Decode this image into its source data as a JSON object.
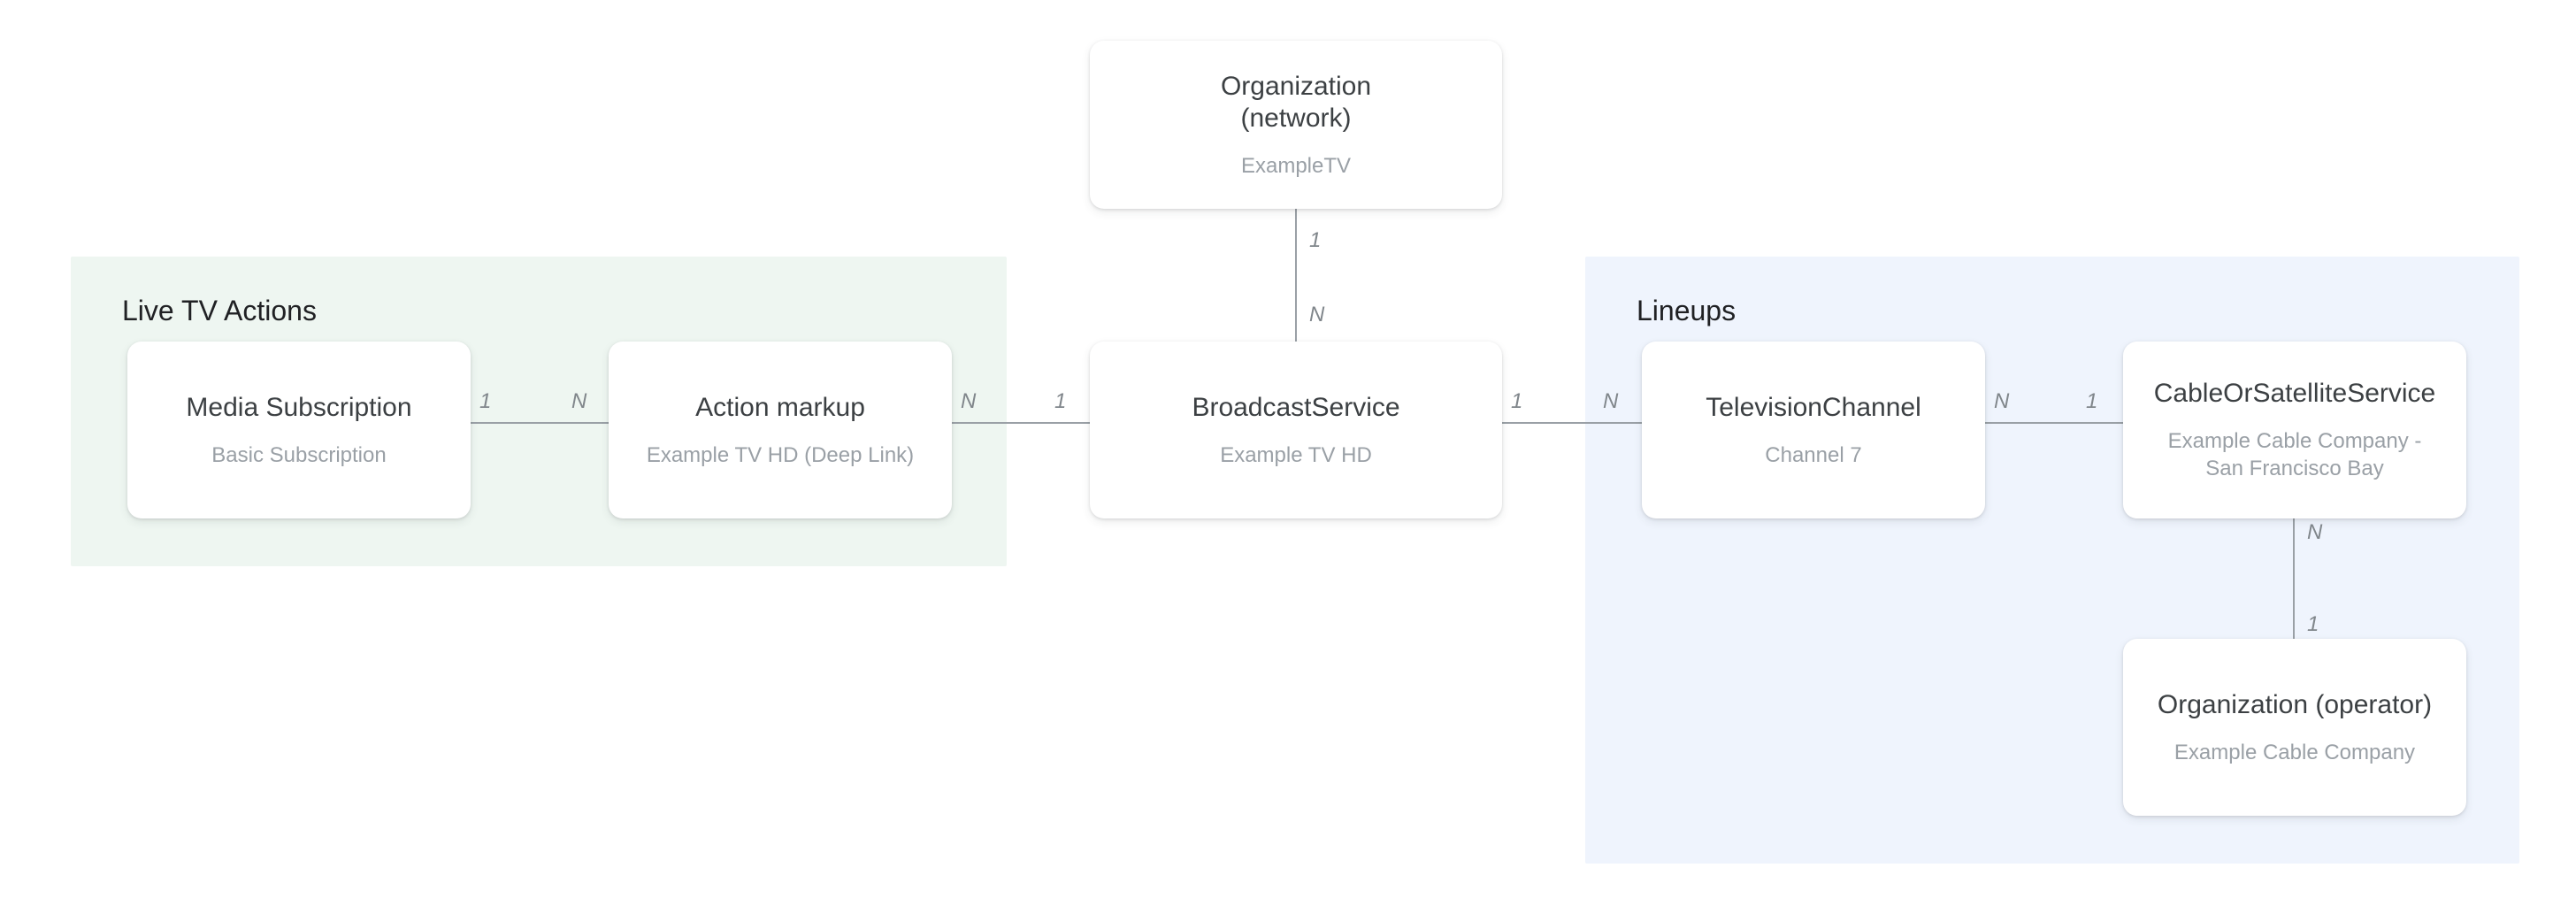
{
  "diagram": {
    "type": "entity-relationship",
    "groups": [
      {
        "id": "live-tv-actions",
        "title": "Live TV Actions",
        "color": "#eef6f1"
      },
      {
        "id": "lineups",
        "title": "Lineups",
        "color": "#eff4fd"
      }
    ],
    "nodes": [
      {
        "id": "organization-network",
        "title": "Organization\n(network)",
        "subtitle": "ExampleTV"
      },
      {
        "id": "media-subscription",
        "title": "Media Subscription",
        "subtitle": "Basic Subscription"
      },
      {
        "id": "action-markup",
        "title": "Action markup",
        "subtitle": "Example TV HD (Deep Link)"
      },
      {
        "id": "broadcastservice",
        "title": "BroadcastService",
        "subtitle": "Example TV HD"
      },
      {
        "id": "televisionchannel",
        "title": "TelevisionChannel",
        "subtitle": "Channel 7"
      },
      {
        "id": "cableorsatelliteservice",
        "title": "CableOrSatelliteService",
        "subtitle": "Example Cable Company -\nSan Francisco Bay"
      },
      {
        "id": "organization-operator",
        "title": "Organization (operator)",
        "subtitle": "Example Cable Company"
      }
    ],
    "edges": [
      {
        "id": "media-to-action",
        "from": "media-subscription",
        "to": "action-markup",
        "from_cardinality": "1",
        "to_cardinality": "N",
        "orientation": "horizontal"
      },
      {
        "id": "action-to-broadcast",
        "from": "action-markup",
        "to": "broadcastservice",
        "from_cardinality": "N",
        "to_cardinality": "1",
        "orientation": "horizontal"
      },
      {
        "id": "broadcast-to-channel",
        "from": "broadcastservice",
        "to": "televisionchannel",
        "from_cardinality": "1",
        "to_cardinality": "N",
        "orientation": "horizontal"
      },
      {
        "id": "channel-to-cable",
        "from": "televisionchannel",
        "to": "cableorsatelliteservice",
        "from_cardinality": "N",
        "to_cardinality": "1",
        "orientation": "horizontal"
      },
      {
        "id": "org-to-broadcast",
        "from": "organization-network",
        "to": "broadcastservice",
        "from_cardinality": "1",
        "to_cardinality": "N",
        "orientation": "vertical"
      },
      {
        "id": "cable-to-operator",
        "from": "cableorsatelliteservice",
        "to": "organization-operator",
        "from_cardinality": "N",
        "to_cardinality": "1",
        "orientation": "vertical"
      }
    ],
    "cardinality_labels": {
      "media_1": "1",
      "action_n_left": "N",
      "action_n_right": "N",
      "broadcast_1_left": "1",
      "broadcast_1_right": "1",
      "channel_n_left": "N",
      "channel_n_right": "N",
      "cable_1": "1",
      "org_1": "1",
      "org_n": "N",
      "cable_n": "N",
      "operator_1": "1"
    },
    "colors": {
      "node_background": "#ffffff",
      "node_title": "#3c4043",
      "node_subtitle": "#9aa0a6",
      "edge": "#9aa0a6",
      "group_title": "#202124",
      "canvas_background": "#ffffff"
    }
  }
}
